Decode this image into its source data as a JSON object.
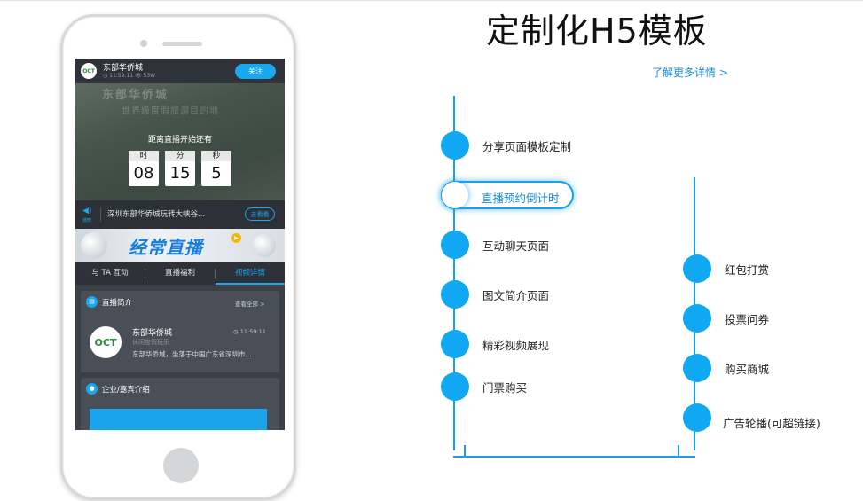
{
  "page": {
    "title": "定制化H5模板",
    "more_link": "了解更多详情 >"
  },
  "phone": {
    "header": {
      "logo": "OCT",
      "name": "东部华侨城",
      "meta": "◷ 11:59:11   👁 53W",
      "follow": "关注"
    },
    "banner": {
      "text1": "东部华侨城",
      "text2": "世界级度假旅游目的地"
    },
    "countdown": {
      "title": "距离直播开始还有",
      "units": [
        {
          "unit": "时",
          "value": "08"
        },
        {
          "unit": "分",
          "value": "15"
        },
        {
          "unit": "秒",
          "value": "5"
        }
      ]
    },
    "notice": {
      "label": "通知",
      "text": "深圳东部华侨城玩转大峡谷...",
      "button": "去看看"
    },
    "promo": {
      "text": "经常直播"
    },
    "tabs": [
      "与 TA 互动",
      "直播福利",
      "视频详情"
    ],
    "intro": {
      "title": "直播简介",
      "more": "查看全部 >",
      "logo": "OCT",
      "name": "东部华侨城",
      "sub": "休闲度假玩乐",
      "time": "◷ 11:59:11",
      "desc": "东部华侨城，坐落于中国广东省深圳市..."
    },
    "company": {
      "title": "企业/嘉宾介绍"
    }
  },
  "templates": {
    "left": [
      "分享页面模板定制",
      "直播预约倒计时",
      "互动聊天页面",
      "图文简介页面",
      "精彩视频展现",
      "门票购买"
    ],
    "right": [
      "红包打赏",
      "投票问券",
      "购买商城",
      "广告轮播(可超链接)"
    ],
    "active_index": 1
  },
  "colors": {
    "accent": "#10a8f2",
    "link": "#1a8fd6"
  }
}
